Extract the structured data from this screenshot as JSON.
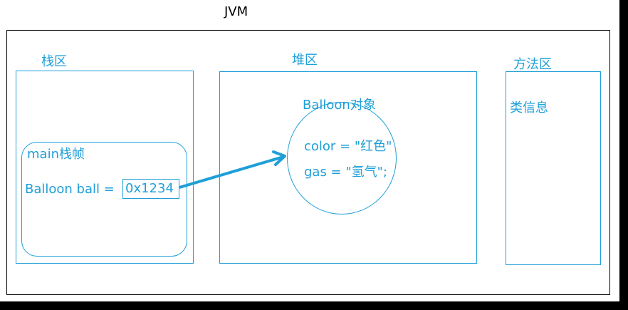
{
  "jvm_label": "JVM",
  "stack": {
    "title": "栈区",
    "frame_title": "main栈帧",
    "var_decl": "Balloon ball =",
    "ref_value": "0x1234"
  },
  "heap": {
    "title": "堆区",
    "object_title": "Balloon对象",
    "field_color": "color = \"红色\"",
    "field_gas": "gas = \"氢气\";"
  },
  "method_area": {
    "title": "方法区",
    "class_info": "类信息"
  },
  "colors": {
    "accent": "#1e9fd8",
    "frame_border": "#000000",
    "background": "#ffffff"
  }
}
